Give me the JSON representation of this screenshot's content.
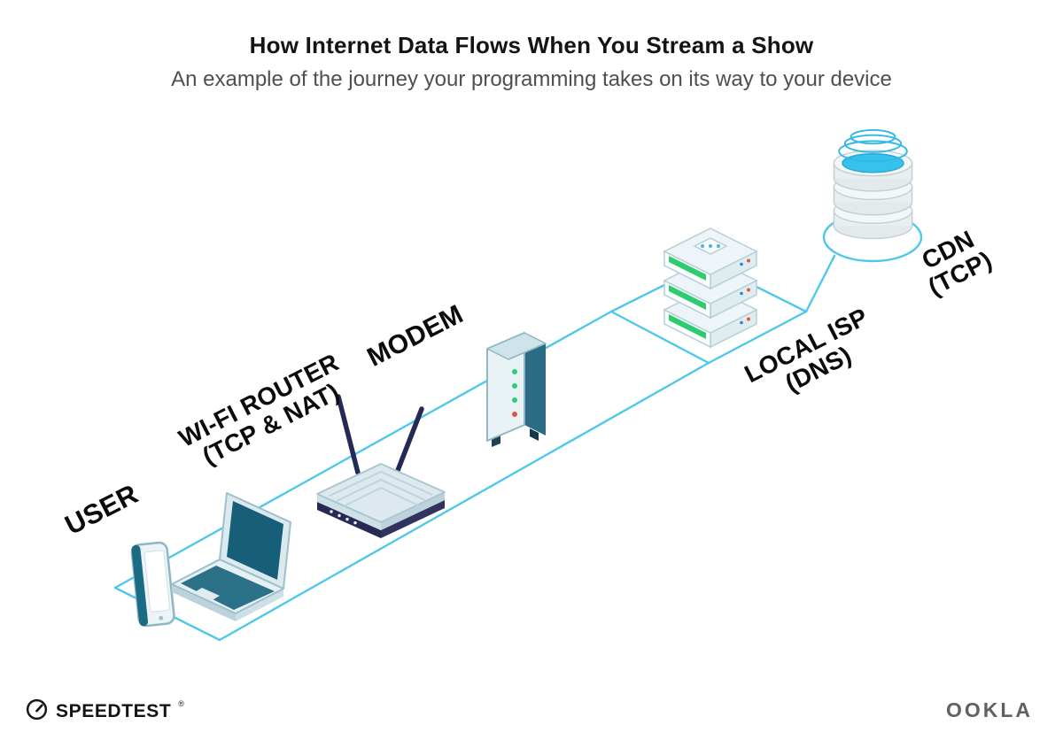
{
  "header": {
    "title": "How Internet Data Flows When You Stream a Show",
    "subtitle": "An example of the journey your programming takes on its way to your device"
  },
  "nodes": {
    "user": {
      "label": "USER",
      "sublabel": "",
      "icon": "phone-and-laptop-icon"
    },
    "router": {
      "label": "WI-FI ROUTER",
      "sublabel": "(TCP & NAT)",
      "icon": "wifi-router-icon"
    },
    "modem": {
      "label": "MODEM",
      "sublabel": "",
      "icon": "modem-icon"
    },
    "isp": {
      "label": "LOCAL ISP",
      "sublabel": "(DNS)",
      "icon": "server-stack-icon"
    },
    "cdn": {
      "label": "CDN",
      "sublabel": "(TCP)",
      "icon": "database-cylinder-icon"
    }
  },
  "footer": {
    "speedtest_label": "SPEEDTEST",
    "speedtest_mark": "®",
    "speedtest_icon": "speedtest-gauge-icon",
    "ookla_label": "OOKLA"
  },
  "colors": {
    "line_cyan": "#4fc8ea",
    "device_teal": "#175f78",
    "dark_navy": "#262a54",
    "stripe_green": "#2ecc71",
    "cdn_cyan": "#35c2ec",
    "text_dark": "#141414",
    "text_gray": "#4d4f51"
  }
}
